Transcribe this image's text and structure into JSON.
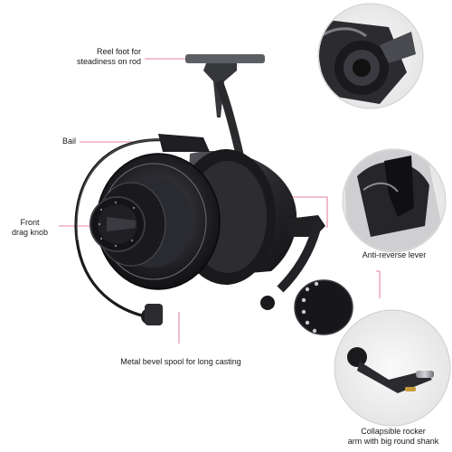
{
  "annotations": {
    "reel_foot": [
      "Reel foot for",
      "steadiness on rod"
    ],
    "bail": "Bail",
    "front_drag": [
      "Front",
      "drag knob"
    ],
    "anti_reverse": "Anti-reverse lever",
    "spool": "Metal bevel spool for long casting",
    "handle": [
      "Collapsible rocker",
      "arm with big round shank"
    ]
  },
  "colors": {
    "leader_line": "#e05a78",
    "body_dark": "#1c1c1f",
    "body_mid": "#3a3a3e",
    "accent_silver": "#b9bcc1",
    "circle_bg": "#f3f3f3"
  },
  "icons": [
    "reel-foot-detail",
    "anti-reverse-lever-detail",
    "handle-detail",
    "spinning-reel-image"
  ]
}
